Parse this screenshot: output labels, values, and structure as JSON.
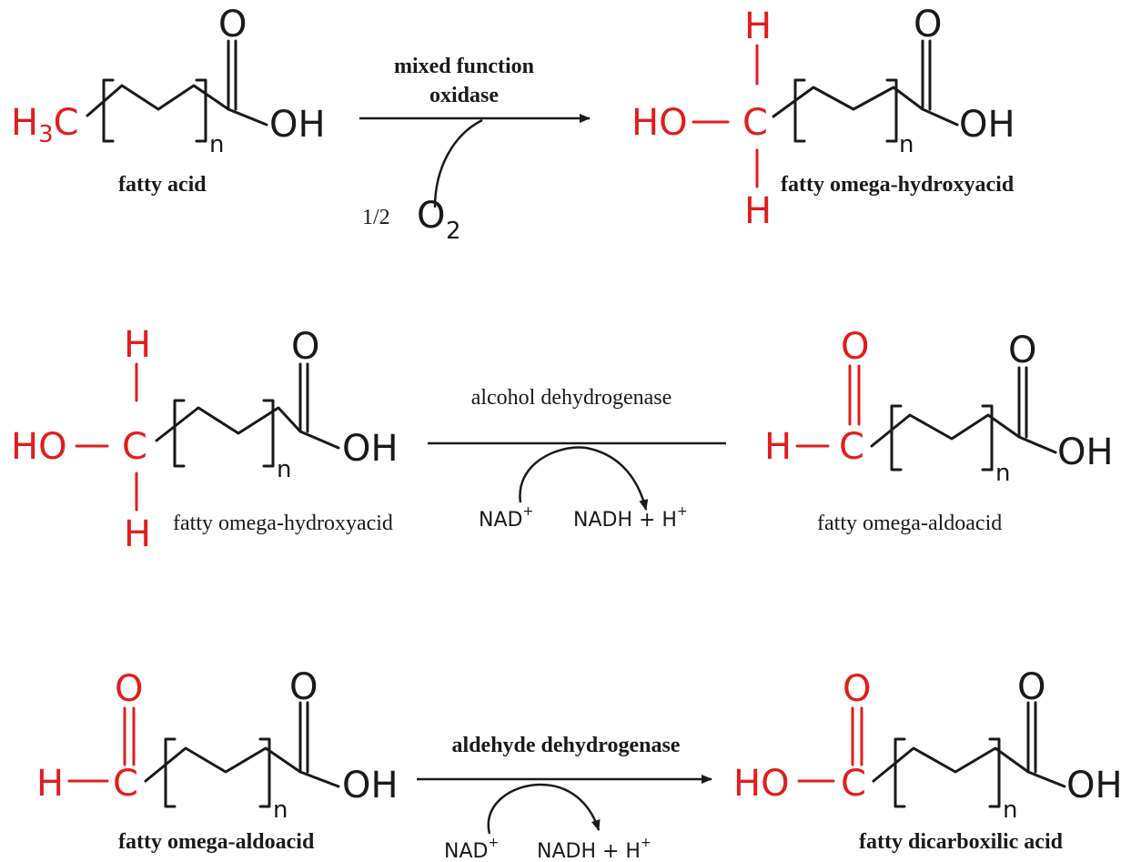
{
  "atoms": {
    "h": "H",
    "o": "O",
    "c": "C",
    "oh": "OH",
    "ho": "HO",
    "h3c_prefix": "H",
    "h3c_sub": "3",
    "h3c_suffix": "C",
    "n": "n"
  },
  "reactions": [
    {
      "enzyme": "mixed function oxidase",
      "enzyme_line1": "mixed function",
      "enzyme_line2": "oxidase",
      "substrate": "fatty acid",
      "product": "fatty omega-hydroxyacid",
      "cofactor_coef": "1/2",
      "cofactor_atom": "O",
      "cofactor_sub": "2"
    },
    {
      "enzyme": "alcohol dehydrogenase",
      "substrate": "fatty omega-hydroxyacid",
      "product": "fatty omega-aldoacid",
      "cofactor_in": "NAD",
      "cofactor_in_sup": "+",
      "cofactor_out": "NADH + H",
      "cofactor_out_sup": "+"
    },
    {
      "enzyme": "aldehyde dehydrogenase",
      "substrate": "fatty omega-aldoacid",
      "product": "fatty dicarboxilic acid",
      "cofactor_in": "NAD",
      "cofactor_in_sup": "+",
      "cofactor_out": "NADH + H",
      "cofactor_out_sup": "+"
    }
  ],
  "colors": {
    "highlight": "#e21d1d",
    "ink": "#1a1a1a"
  }
}
